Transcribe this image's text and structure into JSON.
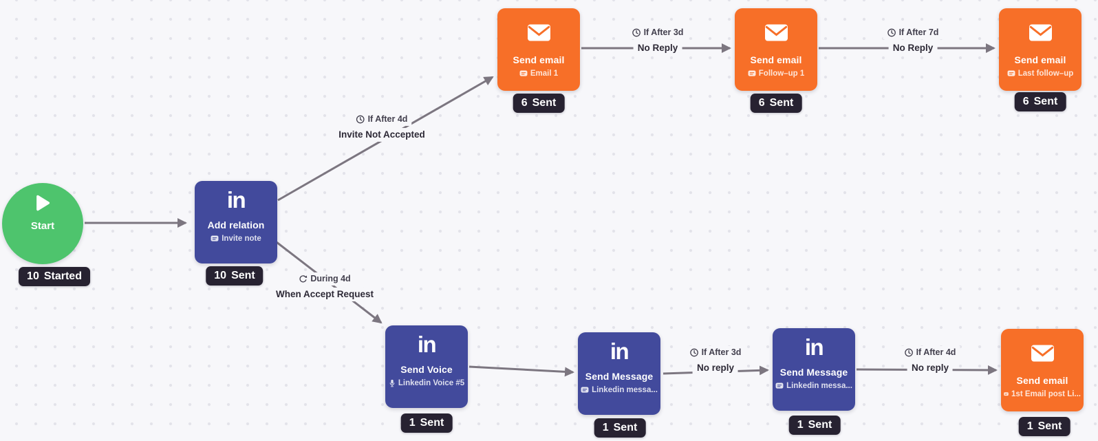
{
  "canvas": {
    "bg": "#f7f7fa",
    "dot": "#e3e3ea",
    "arrow": "#7c7680",
    "label": "#2d2936",
    "cond": "#43404e"
  },
  "colors": {
    "green": "#4ec46d",
    "indigo": "#424a9c",
    "orange": "#f76f28",
    "badge": "#272231"
  },
  "start": {
    "title": "Start",
    "count": "10",
    "count_label": "Started"
  },
  "nodes": [
    {
      "key": "add-relation",
      "channel": "linkedin",
      "logo": "in",
      "title": "Add relation",
      "subtitle": "Invite note",
      "sub_icon": "note",
      "count": "10",
      "count_label": "Sent"
    },
    {
      "key": "send-email-1",
      "channel": "email",
      "title": "Send email",
      "subtitle": "Email 1",
      "sub_icon": "note",
      "count": "6",
      "count_label": "Sent"
    },
    {
      "key": "send-email-2",
      "channel": "email",
      "title": "Send email",
      "subtitle": "Follow–up 1",
      "sub_icon": "note",
      "count": "6",
      "count_label": "Sent"
    },
    {
      "key": "send-email-3",
      "channel": "email",
      "title": "Send email",
      "subtitle": "Last follow–up",
      "sub_icon": "note",
      "count": "6",
      "count_label": "Sent"
    },
    {
      "key": "send-voice",
      "channel": "linkedin",
      "logo": "in",
      "title": "Send Voice",
      "subtitle": "Linkedin Voice #5",
      "sub_icon": "mic",
      "count": "1",
      "count_label": "Sent"
    },
    {
      "key": "send-message-1",
      "channel": "linkedin",
      "logo": "in",
      "title": "Send Message",
      "subtitle": "Linkedin messa...",
      "sub_icon": "note",
      "count": "1",
      "count_label": "Sent"
    },
    {
      "key": "send-message-2",
      "channel": "linkedin",
      "logo": "in",
      "title": "Send Message",
      "subtitle": "Linkedin messa...",
      "sub_icon": "note",
      "count": "1",
      "count_label": "Sent"
    },
    {
      "key": "send-email-4",
      "channel": "email",
      "title": "Send email",
      "subtitle": "1st Email post Li...",
      "sub_icon": "note",
      "count": "1",
      "count_label": "Sent"
    }
  ],
  "edge_labels": [
    {
      "icon": "clock",
      "condition": "If After 4d",
      "event": "Invite Not Accepted"
    },
    {
      "icon": "clock",
      "condition": "If After 3d",
      "event": "No Reply"
    },
    {
      "icon": "clock",
      "condition": "If After 7d",
      "event": "No Reply"
    },
    {
      "icon": "refresh",
      "condition": "During 4d",
      "event": "When Accept Request"
    },
    {
      "icon": "clock",
      "condition": "If After 3d",
      "event": "No reply"
    },
    {
      "icon": "clock",
      "condition": "If After 4d",
      "event": "No reply"
    }
  ]
}
